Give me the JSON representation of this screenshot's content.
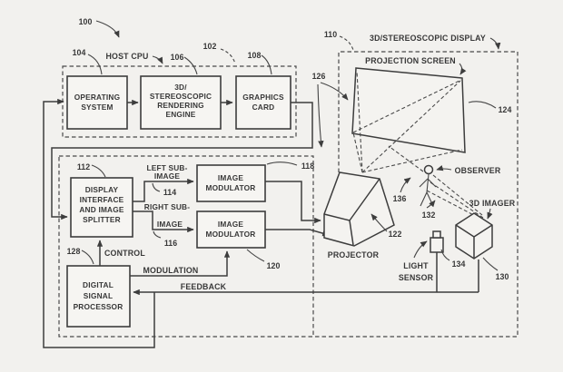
{
  "figure": {
    "ref_main": "100",
    "host_cpu": {
      "label": "HOST CPU",
      "ref": "102",
      "os": {
        "ref": "104",
        "line1": "OPERATING",
        "line2": "SYSTEM"
      },
      "engine": {
        "ref": "106",
        "line1": "3D/",
        "line2": "STEREOSCOPIC",
        "line3": "RENDERING",
        "line4": "ENGINE"
      },
      "card": {
        "ref": "108",
        "line1": "GRAPHICS",
        "line2": "CARD"
      }
    },
    "splitter": {
      "ref": "112",
      "line1": "DISPLAY",
      "line2": "INTERFACE",
      "line3": "AND IMAGE",
      "line4": "SPLITTER"
    },
    "left_sub": {
      "line1": "LEFT SUB-",
      "line2": "IMAGE",
      "ref": "114"
    },
    "right_sub": {
      "line1": "RIGHT SUB-",
      "line2": "IMAGE",
      "ref": "116"
    },
    "mod_top": {
      "ref": "118",
      "line1": "IMAGE",
      "line2": "MODULATOR"
    },
    "mod_bot": {
      "ref": "120",
      "line1": "IMAGE",
      "line2": "MODULATOR"
    },
    "dsp": {
      "ref": "128",
      "line1": "DIGITAL",
      "line2": "SIGNAL",
      "line3": "PROCESSOR"
    },
    "signals": {
      "control": "CONTROL",
      "modulation": "MODULATION",
      "feedback": "FEEDBACK"
    },
    "display": {
      "ref": "110",
      "label": "3D/STEREOSCOPIC DISPLAY",
      "screen": {
        "label": "PROJECTION SCREEN",
        "ref": "124"
      },
      "light_ref": "126",
      "projector": {
        "label": "PROJECTOR",
        "ref": "122"
      },
      "observer": {
        "label": "OBSERVER",
        "ref": "132",
        "gaze_ref": "136"
      },
      "imager": {
        "label": "3D IMAGER",
        "ref": "130"
      },
      "sensor": {
        "line1": "LIGHT",
        "line2": "SENSOR",
        "ref": "134"
      }
    },
    "colors": {
      "line": "#3d3d3d",
      "background": "#f2f1ee"
    }
  }
}
